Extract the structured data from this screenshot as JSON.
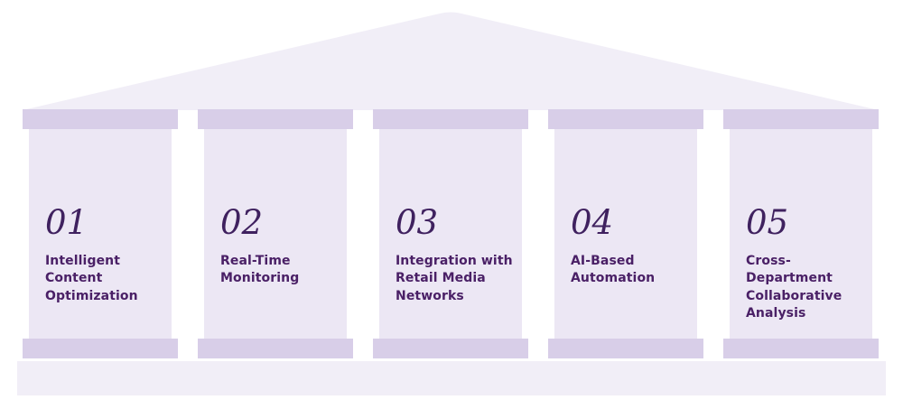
{
  "diagram": {
    "type": "temple-pillars",
    "pillars": [
      {
        "number": "01",
        "label": "Intelligent\nContent\nOptimization"
      },
      {
        "number": "02",
        "label": "Real-Time\nMonitoring"
      },
      {
        "number": "03",
        "label": "Integration with\nRetail Media\nNetworks"
      },
      {
        "number": "04",
        "label": "AI-Based\nAutomation"
      },
      {
        "number": "05",
        "label": "Cross-\nDepartment\nCollaborative\nAnalysis"
      }
    ]
  },
  "colors": {
    "background": "#ffffff",
    "roof": "#f1eef7",
    "floor": "#f1eef7",
    "pillar_shaft": "#ece7f4",
    "pillar_cap": "#d8cee8",
    "number_text": "#3f215f",
    "label_text": "#4a2066"
  }
}
